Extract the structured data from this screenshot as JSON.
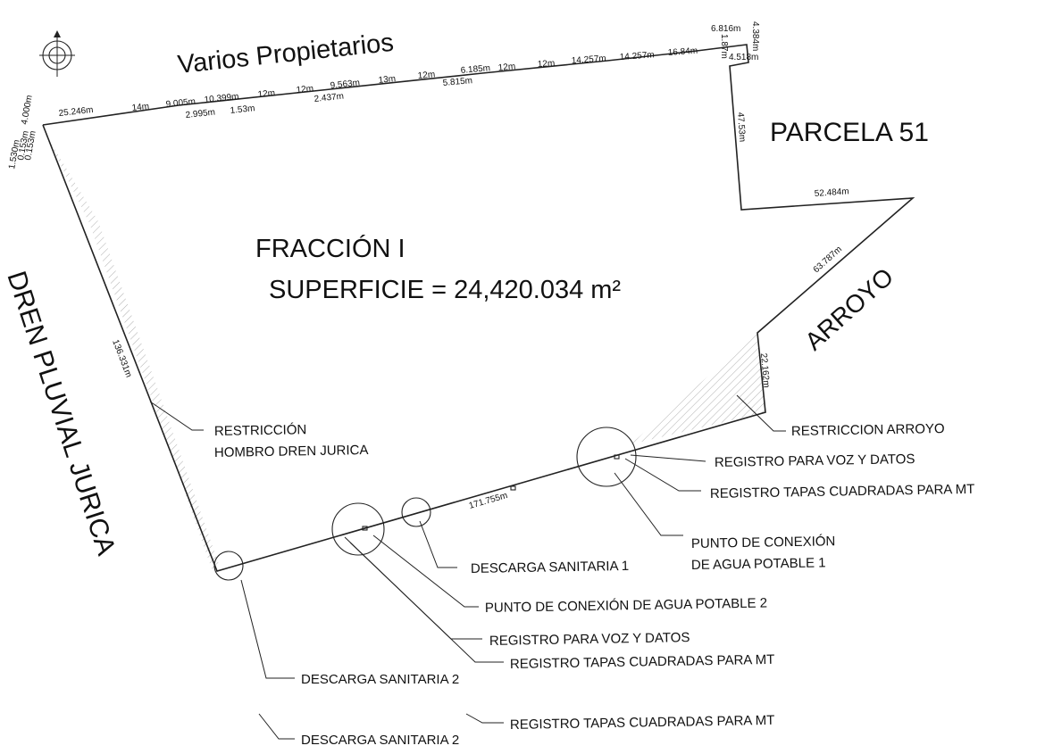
{
  "labels": {
    "north_owners": "Varios Propietarios",
    "parcel": "PARCELA 51",
    "fraction": "FRACCIÓN I",
    "surface": "SUPERFICIE = 24,420.034 m²",
    "stream": "ARROYO",
    "drain": "DREN PLUVIAL JURICA"
  },
  "dimensions": {
    "north": [
      "25.246m",
      "14m",
      "9.005m",
      "10.399m",
      "12m",
      "12m",
      "9.563m",
      "13m",
      "12m",
      "6.185m",
      "12m",
      "12m",
      "14.257m",
      "14.257m",
      "16.84m",
      "6.816m"
    ],
    "north_lower": [
      "2.995m",
      "1.53m",
      "2.437m",
      "5.815m"
    ],
    "ne_corner": [
      "4.384m",
      "4.518m",
      "1.87m"
    ],
    "east_drop": "47.53m",
    "parcel_edge": "52.484m",
    "stream_edge": "63.787m",
    "se_edge": "22.162m",
    "south_edge": "171.755m",
    "west_edge": "136.331m",
    "nw_corner": [
      "4.000m",
      "0.153m",
      "0.153m",
      "1.530m"
    ]
  },
  "callouts": [
    {
      "text": "RESTRICCIÓN"
    },
    {
      "text": "HOMBRO DREN JURICA"
    },
    {
      "text": "RESTRICCION ARROYO"
    },
    {
      "text": "REGISTRO PARA VOZ Y DATOS"
    },
    {
      "text": "REGISTRO TAPAS CUADRADAS PARA MT"
    },
    {
      "text": "PUNTO DE CONEXIÓN"
    },
    {
      "text": "DE AGUA POTABLE 1"
    },
    {
      "text": "DESCARGA SANITARIA 1"
    },
    {
      "text": "PUNTO DE CONEXIÓN DE AGUA POTABLE 2"
    },
    {
      "text": "REGISTRO PARA VOZ Y DATOS"
    },
    {
      "text": "REGISTRO TAPAS CUADRADAS PARA MT"
    },
    {
      "text": "DESCARGA SANITARIA 2"
    },
    {
      "text": "REGISTRO TAPAS CUADRADAS PARA MT"
    },
    {
      "text": "DESCARGA SANITARIA 2"
    }
  ]
}
